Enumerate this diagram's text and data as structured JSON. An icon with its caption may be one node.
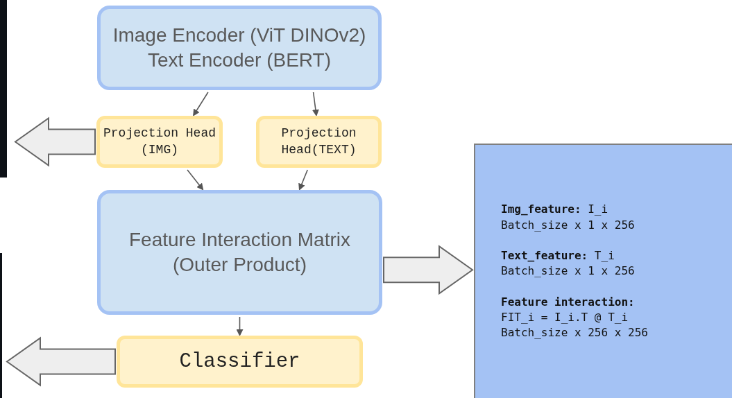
{
  "diagram": {
    "nodes": [
      {
        "text": [
          "Image Encoder (ViT DINOv2)",
          "Text Encoder (BERT)"
        ]
      },
      {
        "text": [
          "Projection Head (IMG)"
        ]
      },
      {
        "text": [
          "Projection Head(TEXT)"
        ]
      },
      {
        "text": [
          "Feature Interaction Matrix (Outer Product)"
        ]
      },
      {
        "text": [
          "Classifier"
        ]
      },
      {
        "text": [
          "**Img_feature:** I_i",
          "Batch_size x 1 x 256",
          "**Text_feature:** T_i",
          "Batch_size x 1 x 256",
          "**Feature interaction:**",
          "FIT_i = I_i.T @ T_i",
          "Batch_size x 256 x 256"
        ]
      }
    ],
    "edges": [
      {
        "from": 0,
        "to": 1,
        "arrow": "to"
      },
      {
        "from": 0,
        "to": 2,
        "arrow": "to"
      },
      {
        "from": 1,
        "to": 3,
        "arrow": "to"
      },
      {
        "from": 2,
        "to": 3,
        "arrow": "to"
      },
      {
        "from": 3,
        "to": 4,
        "arrow": "to"
      },
      {
        "from": 1,
        "to": null,
        "arrow": "to",
        "style": "thick"
      },
      {
        "from": 3,
        "to": 5,
        "arrow": "to",
        "style": "thick"
      },
      {
        "from": 4,
        "to": null,
        "arrow": "to",
        "style": "thick"
      }
    ]
  }
}
